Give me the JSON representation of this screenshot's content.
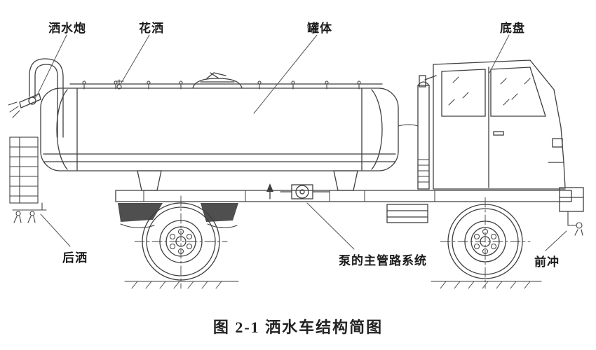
{
  "diagram": {
    "labels": {
      "water_cannon": "洒水炮",
      "sprinkler_head": "花洒",
      "tank_body": "罐体",
      "chassis": "底盘",
      "rear_spray": "后洒",
      "pump_pipeline": "泵的主管路系统",
      "front_flush": "前冲"
    },
    "caption": "图 2-1 洒水车结构简图",
    "colors": {
      "line": "#3f3f3f",
      "leader": "#555555",
      "dark_fill": "#4f4f4f",
      "background": "#ffffff",
      "text": "#1a1a1a"
    }
  }
}
